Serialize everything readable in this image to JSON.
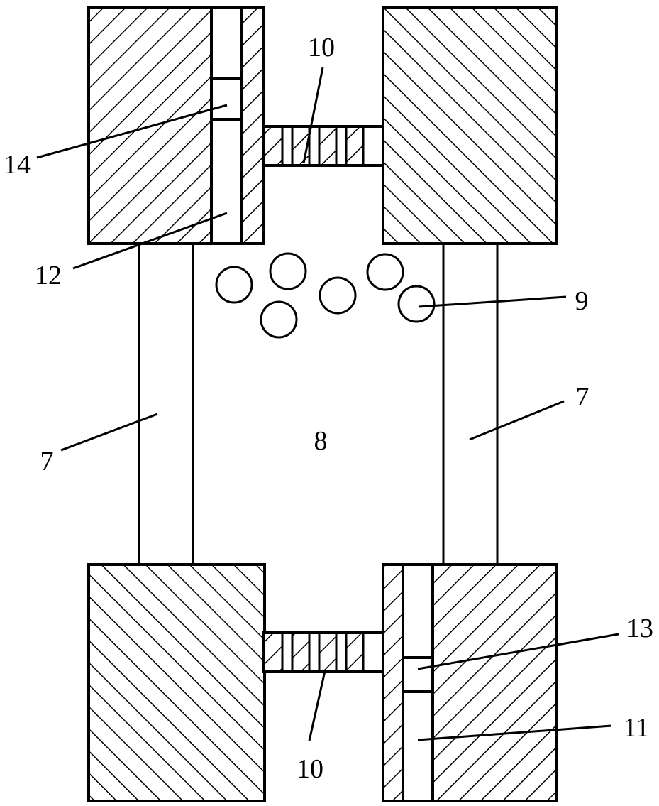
{
  "labels": {
    "top_connector": "10",
    "bottom_connector": "10",
    "pillar_left": "7",
    "pillar_right": "7",
    "chamber": "8",
    "particles": "9",
    "channel_bottom_right": "11",
    "channel_top_left": "12",
    "insert_bottom_right": "13",
    "insert_top_left": "14"
  }
}
